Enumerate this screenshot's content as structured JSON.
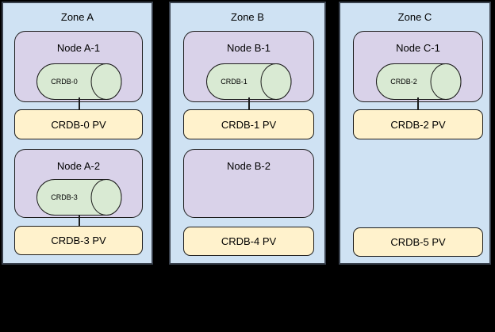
{
  "colors": {
    "background": "#000000",
    "zone_fill": "#cfe2f3",
    "zone_border": "#39414d",
    "node_fill": "#d9d2e9",
    "cylinder_fill": "#d9ead3",
    "pv_fill": "#fff2cc",
    "shape_border": "#1d1d1d"
  },
  "zones": [
    {
      "label": "Zone A",
      "nodes": [
        {
          "label": "Node A-1",
          "cylinder_label": "CRDB-0"
        },
        {
          "label": "Node A-2",
          "cylinder_label": "CRDB-3"
        }
      ],
      "pvs": [
        "CRDB-0 PV",
        "CRDB-3 PV"
      ]
    },
    {
      "label": "Zone B",
      "nodes": [
        {
          "label": "Node B-1",
          "cylinder_label": "CRDB-1"
        },
        {
          "label": "Node B-2"
        }
      ],
      "pvs": [
        "CRDB-1 PV",
        "CRDB-4 PV"
      ]
    },
    {
      "label": "Zone C",
      "nodes": [
        {
          "label": "Node C-1",
          "cylinder_label": "CRDB-2"
        }
      ],
      "pvs": [
        "CRDB-2 PV",
        "CRDB-5 PV"
      ]
    }
  ]
}
